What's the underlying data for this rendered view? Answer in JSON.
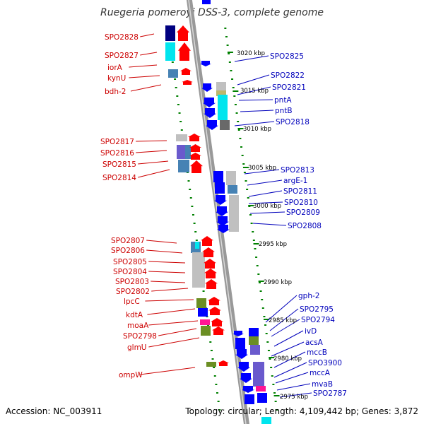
{
  "title": "Ruegeria pomeroyi DSS-3, complete genome",
  "footer": {
    "accession": "Accession: NC_003911",
    "summary": "Topology: circular; Length: 4,109,442 bp; Genes: 3,872"
  },
  "colors": {
    "reverse_label": "#cc0000",
    "forward_label": "#0000bb",
    "red_arrow": "#ff0000",
    "blue_arrow": "#0000ff",
    "navy": "#000080",
    "cyan": "#00e5ee",
    "steel": "#4682b4",
    "olive": "#6b8e23",
    "slate": "#6a5acd",
    "gray": "#c0c0c0",
    "dark_gray": "#696969",
    "magenta": "#ff1493",
    "backbone": "#999999",
    "tick": "#008000"
  },
  "left_labels": [
    {
      "text": "SPO2828"
    },
    {
      "text": "SPO2827"
    },
    {
      "text": "iorA"
    },
    {
      "text": "kynU"
    },
    {
      "text": "bdh-2"
    },
    {
      "text": "SPO2817"
    },
    {
      "text": "SPO2816"
    },
    {
      "text": "SPO2815"
    },
    {
      "text": "SPO2814"
    },
    {
      "text": "SPO2807"
    },
    {
      "text": "SPO2806"
    },
    {
      "text": "SPO2805"
    },
    {
      "text": "SPO2804"
    },
    {
      "text": "SPO2803"
    },
    {
      "text": "SPO2802"
    },
    {
      "text": "lpcC"
    },
    {
      "text": "kdtA"
    },
    {
      "text": "moaA"
    },
    {
      "text": "SPO2798"
    },
    {
      "text": "glmU"
    },
    {
      "text": "ompW"
    }
  ],
  "right_labels": [
    {
      "text": "SPO2825"
    },
    {
      "text": "SPO2822"
    },
    {
      "text": "SPO2821"
    },
    {
      "text": "pntA"
    },
    {
      "text": "pntB"
    },
    {
      "text": "SPO2818"
    },
    {
      "text": "SPO2813"
    },
    {
      "text": "argE-1"
    },
    {
      "text": "SPO2811"
    },
    {
      "text": "SPO2810"
    },
    {
      "text": "SPO2809"
    },
    {
      "text": "SPO2808"
    },
    {
      "text": "gph-2"
    },
    {
      "text": "SPO2795"
    },
    {
      "text": "SPO2794"
    },
    {
      "text": "ivD"
    },
    {
      "text": "acsA"
    },
    {
      "text": "mccB"
    },
    {
      "text": "SPO3900"
    },
    {
      "text": "mccA"
    },
    {
      "text": "mvaB"
    },
    {
      "text": "SPO2787"
    }
  ],
  "bp_labels": [
    {
      "text": "3020 kbp"
    },
    {
      "text": "3015 kbp"
    },
    {
      "text": "3010 kbp"
    },
    {
      "text": "3005 kbp"
    },
    {
      "text": "3000 kbp"
    },
    {
      "text": "2995 kbp"
    },
    {
      "text": "2990 kbp"
    },
    {
      "text": "2985 kbp"
    },
    {
      "text": "2980 kbp"
    },
    {
      "text": "2975 kbp"
    }
  ]
}
